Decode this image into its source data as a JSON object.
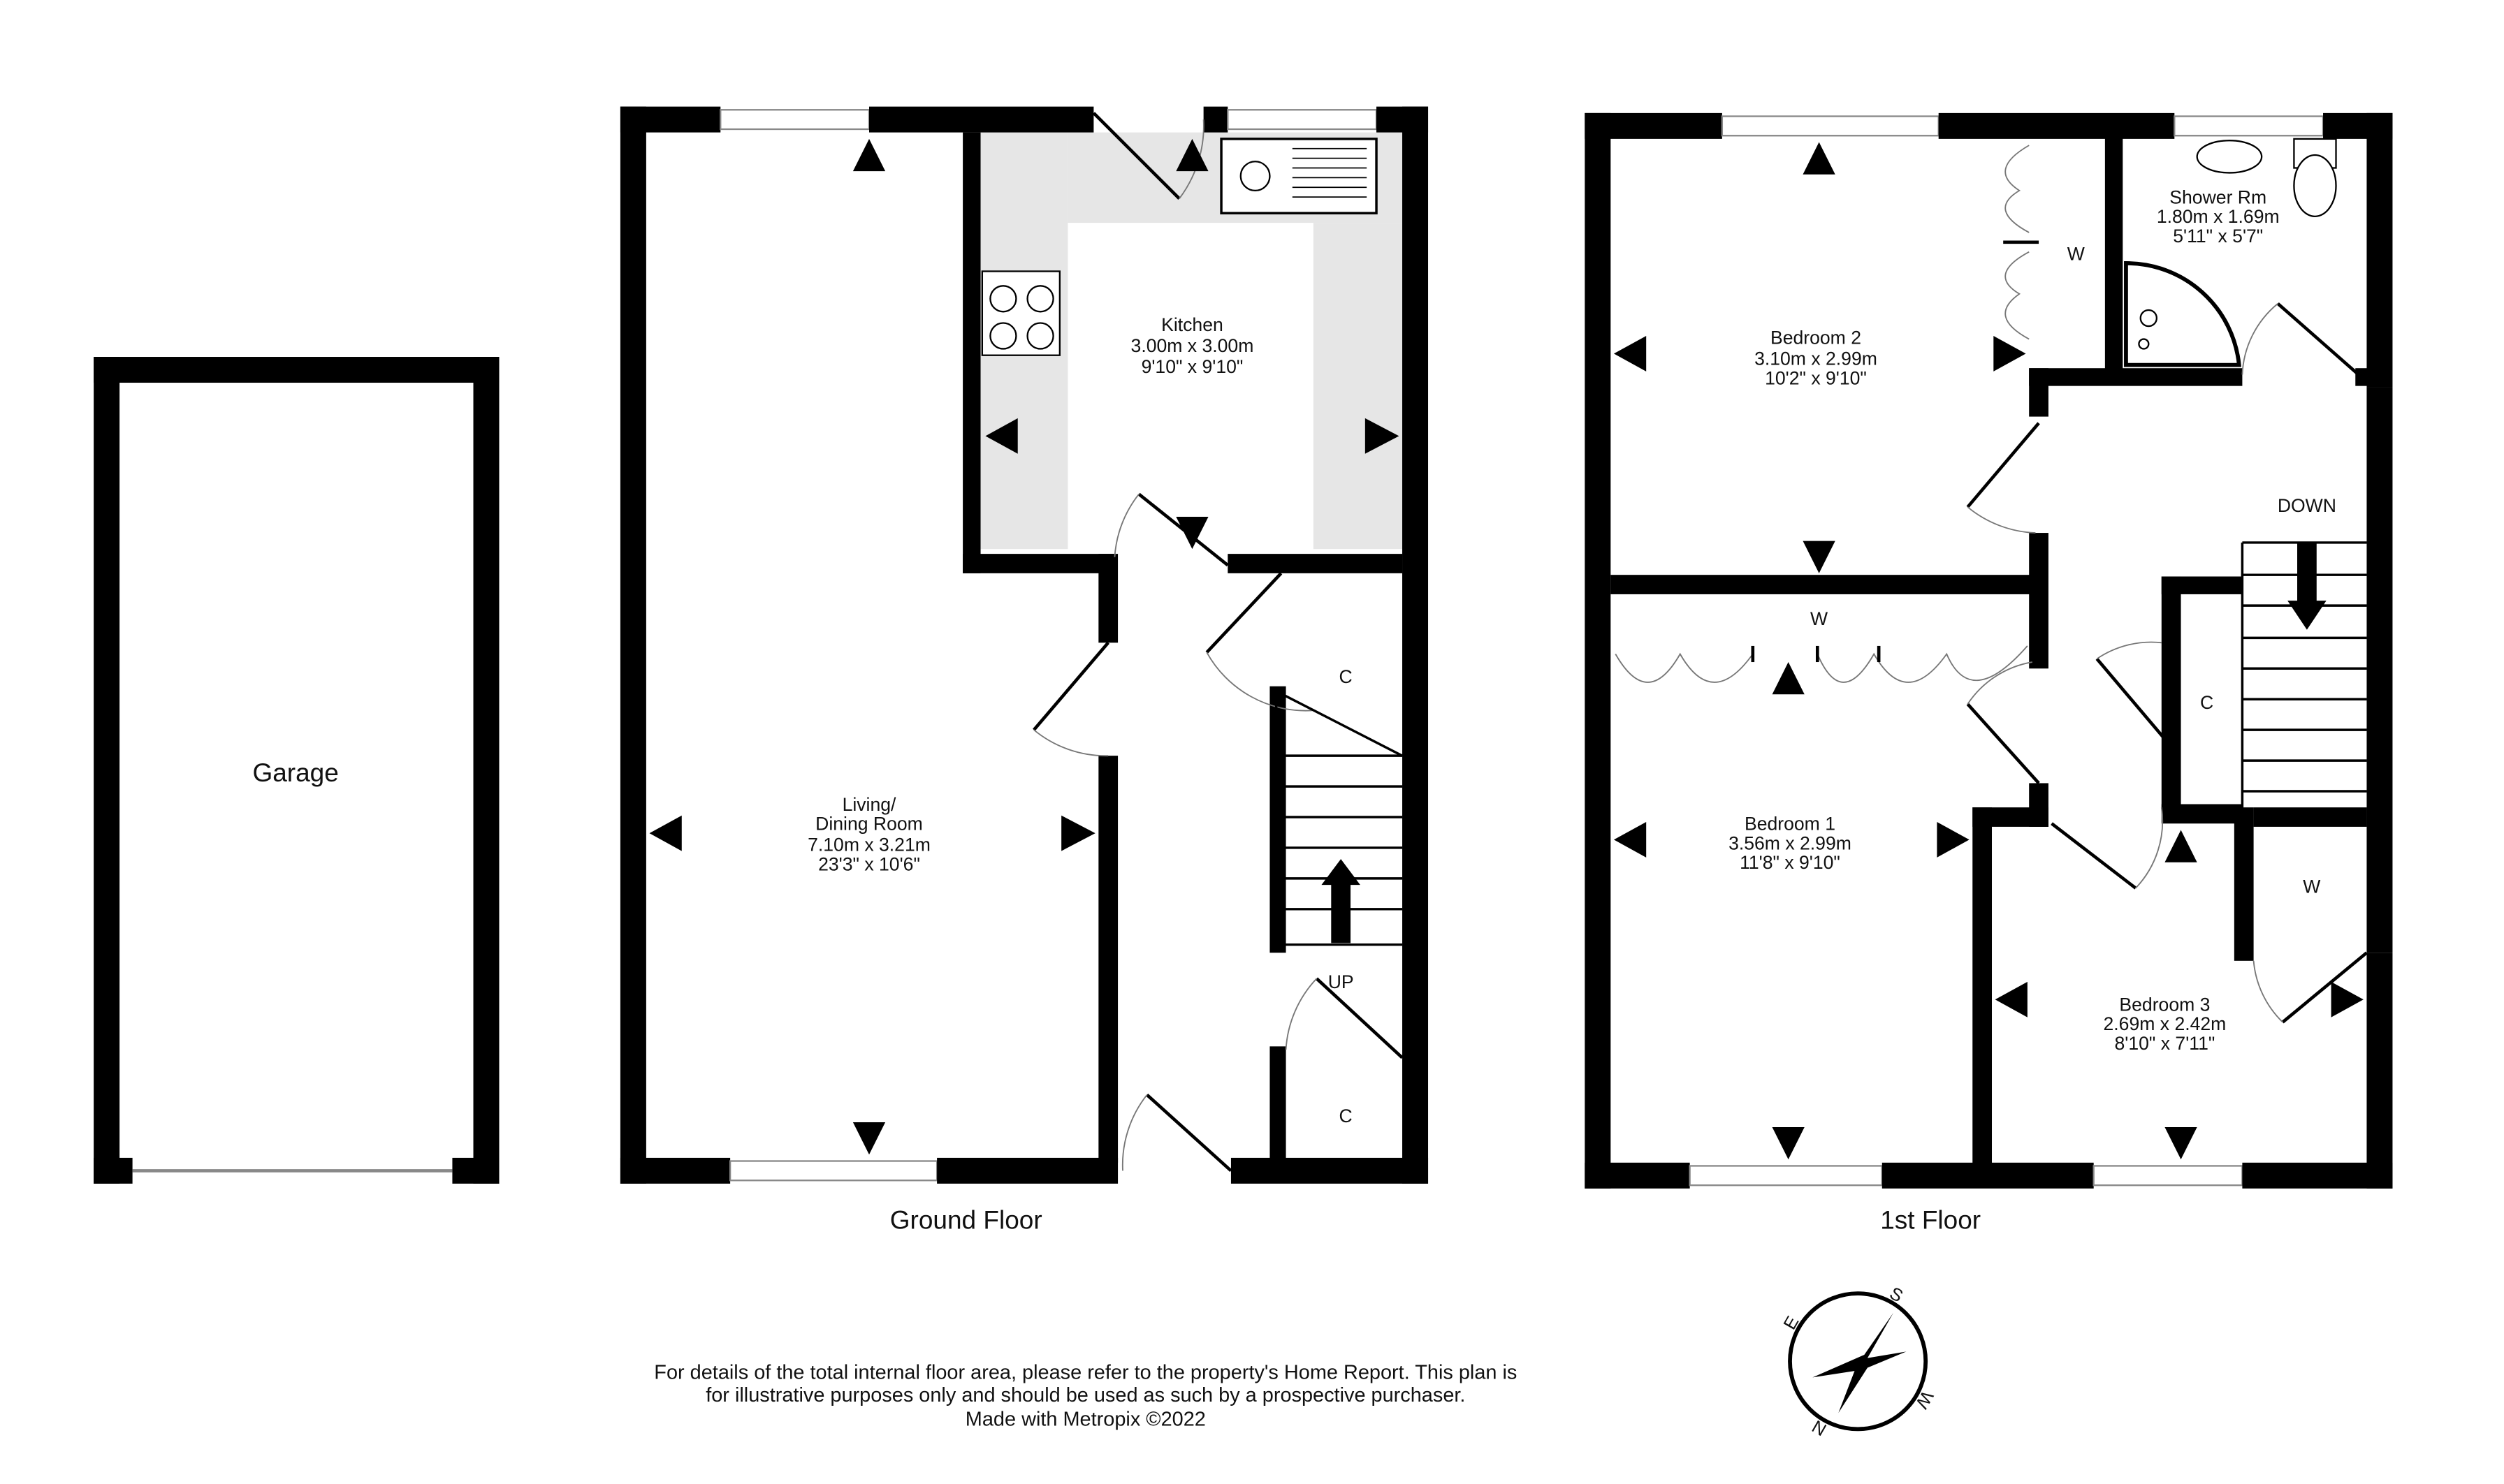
{
  "garage": {
    "label": "Garage"
  },
  "ground_floor": {
    "title": "Ground Floor",
    "kitchen": {
      "name": "Kitchen",
      "metric": "3.00m  x 3.00m",
      "imperial": "9'10\"  x 9'10\""
    },
    "living": {
      "name1": "Living/",
      "name2": "Dining Room",
      "metric": "7.10m  x 3.21m",
      "imperial": "23'3\"  x 10'6\""
    },
    "cupboard_label": "C",
    "stairs_label": "UP"
  },
  "first_floor": {
    "title": "1st Floor",
    "bedroom2": {
      "name": "Bedroom 2",
      "metric": "3.10m  x 2.99m",
      "imperial": "10'2\"  x 9'10\""
    },
    "shower": {
      "name": "Shower Rm",
      "metric": "1.80m  x 1.69m",
      "imperial": "5'11\"  x 5'7\""
    },
    "bedroom1": {
      "name": "Bedroom 1",
      "metric": "3.56m  x 2.99m",
      "imperial": "11'8\"  x 9'10\""
    },
    "bedroom3": {
      "name": "Bedroom 3",
      "metric": "2.69m  x 2.42m",
      "imperial": "8'10\"  x 7'11\""
    },
    "wardrobe_label": "W",
    "cupboard_label": "C",
    "stairs_label": "DOWN"
  },
  "compass": {
    "labels": [
      "N",
      "E",
      "S",
      "W"
    ]
  },
  "footer": {
    "line1": "For details of the total internal floor area, please refer to the property's Home Report. This plan is",
    "line2": "for illustrative purposes only and should be used as such by a prospective purchaser.",
    "line3": "Made with Metropix ©2022"
  },
  "colors": {
    "wall": "#000000",
    "kitchen_worktop": "#e6e6e6",
    "window": "#888888"
  }
}
